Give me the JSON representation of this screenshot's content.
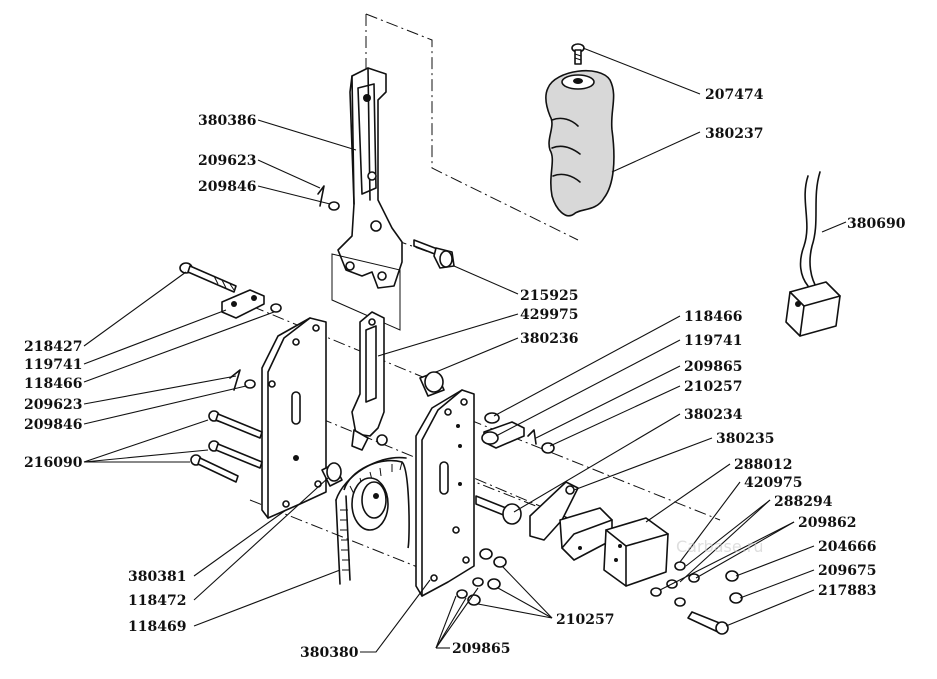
{
  "labels": {
    "p207474": "207474",
    "p380237": "380237",
    "p380690": "380690",
    "p380386": "380386",
    "p209623_top": "209623",
    "p209846_top": "209846",
    "p215925": "215925",
    "p429975": "429975",
    "p380236": "380236",
    "p218427": "218427",
    "p119741_left": "119741",
    "p118466_left": "118466",
    "p209623_left": "209623",
    "p209846_left": "209846",
    "p216090": "216090",
    "p118466_right": "118466",
    "p119741_right": "119741",
    "p209865_right": "209865",
    "p210257_right": "210257",
    "p380234": "380234",
    "p380235": "380235",
    "p288012": "288012",
    "p420975": "420975",
    "p288294": "288294",
    "p209862": "209862",
    "p204666": "204666",
    "p209675": "209675",
    "p217883": "217883",
    "p380381": "380381",
    "p118472": "118472",
    "p118469": "118469",
    "p380380": "380380",
    "p210257_bottom": "210257",
    "p209865_bottom": "209865"
  },
  "watermark": "Carbase.ru"
}
